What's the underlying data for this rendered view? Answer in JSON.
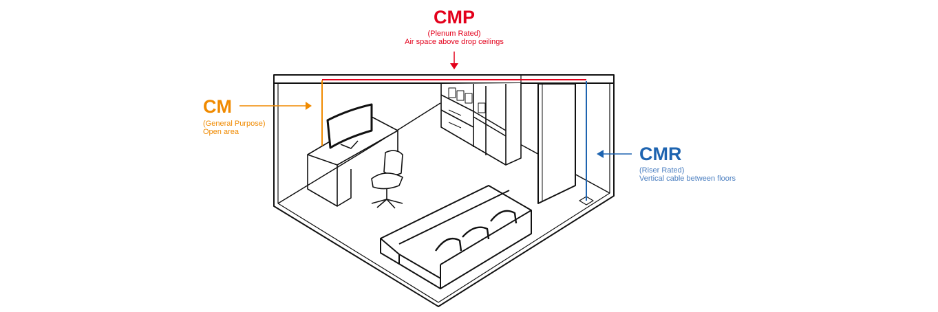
{
  "colors": {
    "cmp": "#e3001b",
    "cm": "#f08a00",
    "cmr": "#1e64b0",
    "line": "#111111"
  },
  "labels": {
    "cmp": {
      "title": "CMP",
      "rating": "(Plenum Rated)",
      "desc": "Air space above drop ceilings"
    },
    "cm": {
      "title": "CM",
      "rating": "(General Purpose)",
      "desc": "Open area"
    },
    "cmr": {
      "title": "CMR",
      "rating": "(Riser Rated)",
      "desc": "Vertical cable between floors"
    }
  }
}
